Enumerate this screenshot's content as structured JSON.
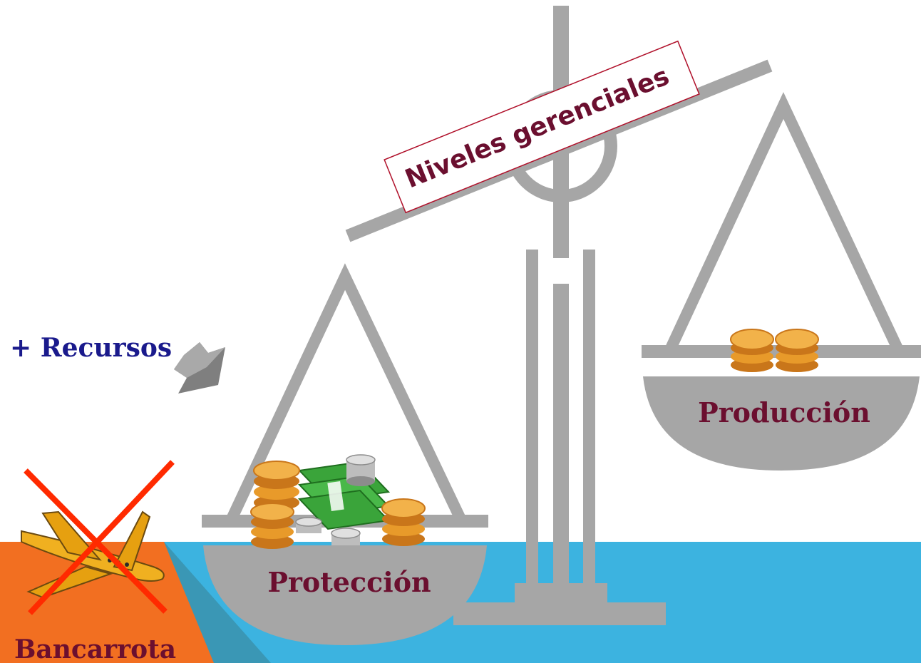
{
  "labels": {
    "header": "Niveles gerenciales",
    "left_pan": "Protección",
    "right_pan": "Producción",
    "resources": "+ Recursos",
    "bankruptcy": "Bancarrota"
  },
  "colors": {
    "scale_gray": "#a6a6a6",
    "water": "#3cb3e0",
    "water_shadow": "#3a97b5",
    "bankruptcy_block": "#f26f21",
    "label_maroon": "#6b0f2f",
    "resources_blue": "#1a1a8c",
    "header_box_border": "#b0102a",
    "cross_red": "#ff2a00",
    "coin_gold": "#e89a2a",
    "money_green": "#3aa43a"
  },
  "icons": {
    "arrow": "down-right-arrow-icon",
    "airplane": "airplane-icon",
    "cross": "cross-out-icon",
    "coins": "coin-stack-icon",
    "money": "money-stack-icon"
  }
}
